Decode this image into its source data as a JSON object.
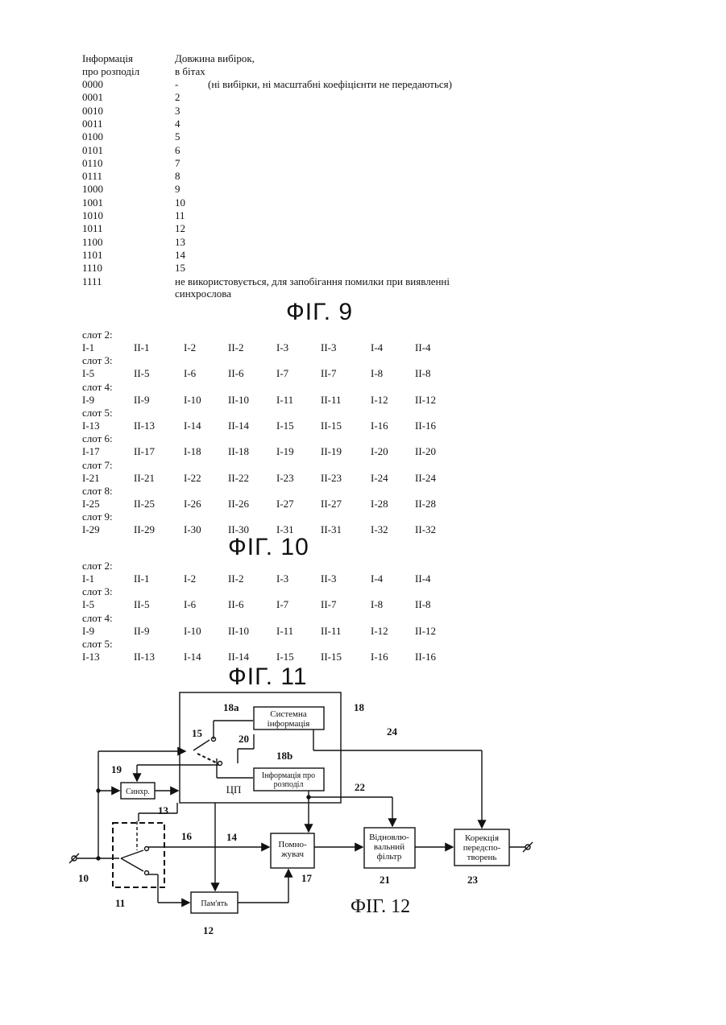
{
  "fig9": {
    "header_col1": [
      "Інформація",
      "про розподіл"
    ],
    "header_col2": [
      "Довжина вибірок,",
      "в бітах"
    ],
    "rows": [
      {
        "code": "0000",
        "length": "-",
        "note": "(ні вибірки, ні масштабні коефіцієнти не передаються)"
      },
      {
        "code": "0001",
        "length": "2",
        "note": ""
      },
      {
        "code": "0010",
        "length": "3",
        "note": ""
      },
      {
        "code": "0011",
        "length": "4",
        "note": ""
      },
      {
        "code": "0100",
        "length": "5",
        "note": ""
      },
      {
        "code": "0101",
        "length": "6",
        "note": ""
      },
      {
        "code": "0110",
        "length": "7",
        "note": ""
      },
      {
        "code": "0111",
        "length": "8",
        "note": ""
      },
      {
        "code": "1000",
        "length": "9",
        "note": ""
      },
      {
        "code": "1001",
        "length": "10",
        "note": ""
      },
      {
        "code": "1010",
        "length": "11",
        "note": ""
      },
      {
        "code": "1011",
        "length": "12",
        "note": ""
      },
      {
        "code": "1100",
        "length": "13",
        "note": ""
      },
      {
        "code": "1101",
        "length": "14",
        "note": ""
      },
      {
        "code": "1110",
        "length": "15",
        "note": ""
      }
    ],
    "last_code": "1111",
    "last_text": [
      "не використовується, для запобігання помилки при виявленні",
      "синхрослова"
    ],
    "caption": "ФІГ. 9"
  },
  "fig10": {
    "slots": [
      {
        "label": "слот 2:",
        "cells": [
          "I-1",
          "II-1",
          "I-2",
          "II-2",
          "I-3",
          "II-3",
          "I-4",
          "II-4"
        ]
      },
      {
        "label": "слот 3:",
        "cells": [
          "I-5",
          "II-5",
          "I-6",
          "II-6",
          "I-7",
          "II-7",
          "I-8",
          "II-8"
        ]
      },
      {
        "label": "слот 4:",
        "cells": [
          "I-9",
          "II-9",
          "I-10",
          "II-10",
          "I-11",
          "II-11",
          "I-12",
          "II-12"
        ]
      },
      {
        "label": "слот 5:",
        "cells": [
          "I-13",
          "II-13",
          "I-14",
          "II-14",
          "I-15",
          "II-15",
          "I-16",
          "II-16"
        ]
      },
      {
        "label": "слот 6:",
        "cells": [
          "I-17",
          "II-17",
          "I-18",
          "II-18",
          "I-19",
          "II-19",
          "I-20",
          "II-20"
        ]
      },
      {
        "label": "слот 7:",
        "cells": [
          "I-21",
          "II-21",
          "I-22",
          "II-22",
          "I-23",
          "II-23",
          "I-24",
          "II-24"
        ]
      },
      {
        "label": "слот 8:",
        "cells": [
          "I-25",
          "II-25",
          "I-26",
          "II-26",
          "I-27",
          "II-27",
          "I-28",
          "II-28"
        ]
      },
      {
        "label": "слот 9:",
        "cells": [
          "I-29",
          "II-29",
          "I-30",
          "II-30",
          "I-31",
          "II-31",
          "I-32",
          "II-32"
        ]
      }
    ],
    "caption": "ФІГ. 10"
  },
  "fig11": {
    "slots": [
      {
        "label": "слот 2:",
        "cells": [
          "I-1",
          "II-1",
          "I-2",
          "II-2",
          "I-3",
          "II-3",
          "I-4",
          "II-4"
        ]
      },
      {
        "label": "слот 3:",
        "cells": [
          "I-5",
          "II-5",
          "I-6",
          "II-6",
          "I-7",
          "II-7",
          "I-8",
          "II-8"
        ]
      },
      {
        "label": "слот 4:",
        "cells": [
          "I-9",
          "II-9",
          "I-10",
          "II-10",
          "I-11",
          "II-11",
          "I-12",
          "II-12"
        ]
      },
      {
        "label": "слот 5:",
        "cells": [
          "I-13",
          "II-13",
          "I-14",
          "II-14",
          "I-15",
          "II-15",
          "I-16",
          "II-16"
        ]
      }
    ],
    "caption": "ФІГ. 11"
  },
  "fig12": {
    "caption": "ФІГ. 12",
    "system_info": [
      "Системна",
      "інформація"
    ],
    "alloc_info": [
      "Інформація про",
      "розподіл"
    ],
    "cpu": "ЦП",
    "sync": "Синхр.",
    "multiplier": [
      "Помно-",
      "жувач"
    ],
    "restore_filter": [
      "Відновлю-",
      "вальний",
      "фільтр"
    ],
    "correction": [
      "Корекція",
      "передспо-",
      "творень"
    ],
    "memory": "Пам'ять",
    "refs": {
      "r10": "10",
      "r11": "11",
      "r12": "12",
      "r13": "13",
      "r14": "14",
      "r15": "15",
      "r16": "16",
      "r17": "17",
      "r18": "18",
      "r18a": "18a",
      "r18b": "18b",
      "r19": "19",
      "r20": "20",
      "r21": "21",
      "r22": "22",
      "r23": "23",
      "r24": "24"
    }
  }
}
